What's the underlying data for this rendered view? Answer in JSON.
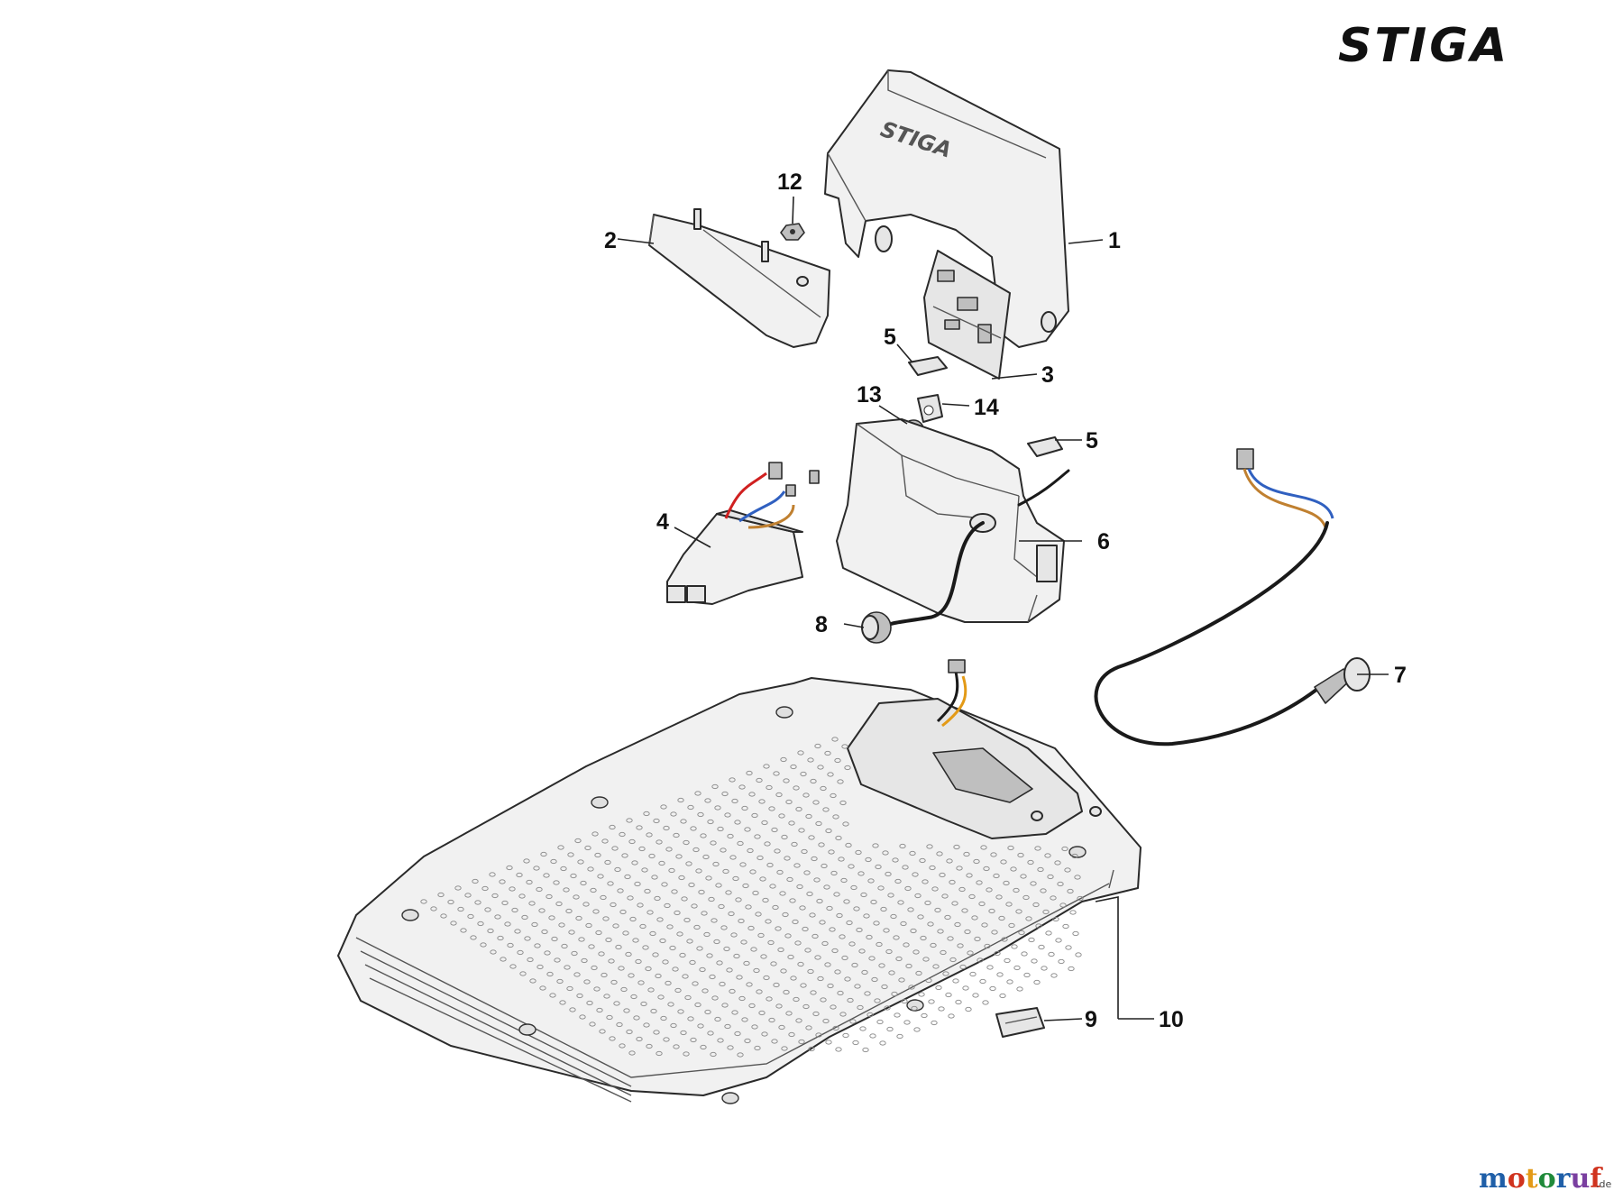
{
  "brand": {
    "logo_text": "STIGA",
    "cover_logo_text": "STIGA"
  },
  "callouts": [
    {
      "id": "1",
      "label": "1"
    },
    {
      "id": "2",
      "label": "2"
    },
    {
      "id": "3",
      "label": "3"
    },
    {
      "id": "4",
      "label": "4"
    },
    {
      "id": "5a",
      "label": "5"
    },
    {
      "id": "5b",
      "label": "5"
    },
    {
      "id": "6",
      "label": "6"
    },
    {
      "id": "7",
      "label": "7"
    },
    {
      "id": "8",
      "label": "8"
    },
    {
      "id": "9",
      "label": "9"
    },
    {
      "id": "10",
      "label": "10"
    },
    {
      "id": "12",
      "label": "12"
    },
    {
      "id": "13",
      "label": "13"
    },
    {
      "id": "14",
      "label": "14"
    }
  ],
  "watermark": {
    "text_main": "motoruf",
    "text_suffix": ".de",
    "colors": [
      "#1f5fa8",
      "#d0331e",
      "#e39a17",
      "#1f8a3a",
      "#1f5fa8",
      "#7a3fa0",
      "#d0331e"
    ]
  }
}
